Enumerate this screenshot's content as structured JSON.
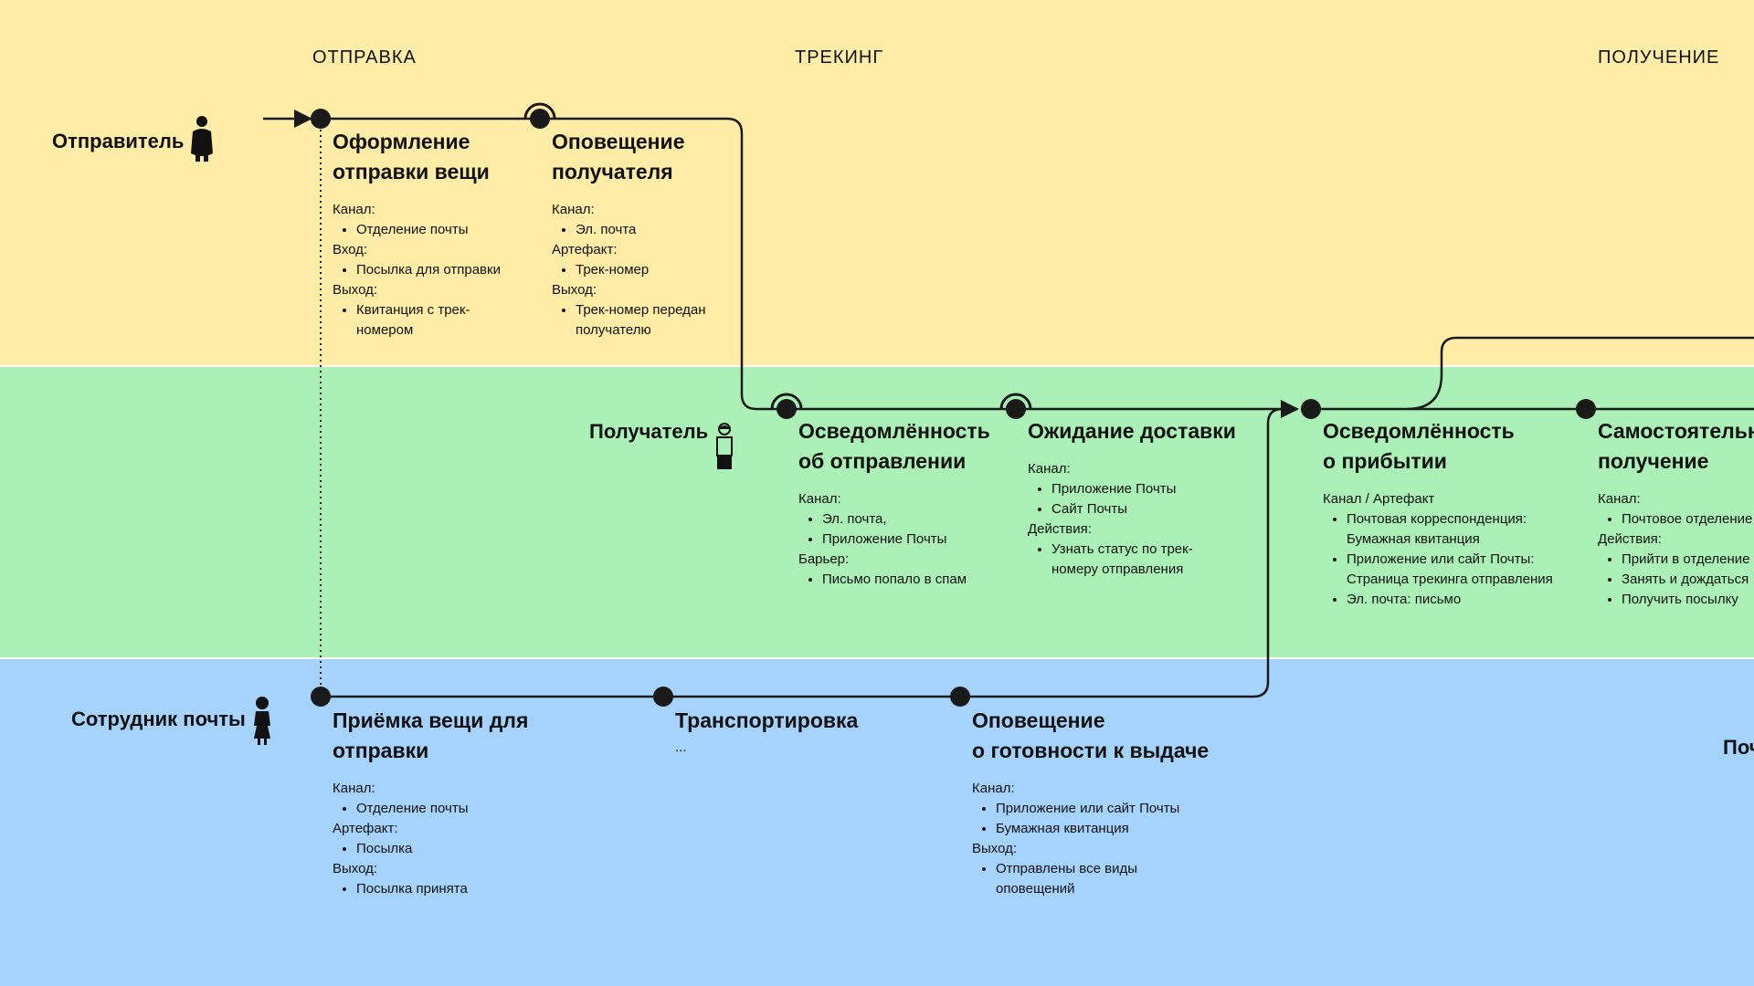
{
  "phases": [
    "ОТПРАВКА",
    "ТРЕКИНГ",
    "ПОЛУЧЕНИЕ"
  ],
  "actors": {
    "sender": "Отправитель",
    "receiver": "Получатель",
    "staff": "Сотрудник почты",
    "staff_cut": "Поч"
  },
  "steps": {
    "s1": {
      "title": "Оформление\nотправки вещи",
      "sections": [
        {
          "label": "Канал:",
          "items": [
            "Отделение почты"
          ]
        },
        {
          "label": "Вход:",
          "items": [
            "Посылка для отправки"
          ]
        },
        {
          "label": "Выход:",
          "items": [
            "Квитанция с трек-номером"
          ]
        }
      ]
    },
    "s2": {
      "title": "Оповещение\nполучателя",
      "sections": [
        {
          "label": "Канал:",
          "items": [
            "Эл. почта"
          ]
        },
        {
          "label": "Артефакт:",
          "items": [
            "Трек-номер"
          ]
        },
        {
          "label": "Выход:",
          "items": [
            "Трек-номер передан получателю"
          ]
        }
      ]
    },
    "r1": {
      "title": "Осведомлённость\nоб отправлении",
      "sections": [
        {
          "label": "Канал:",
          "items": [
            "Эл. почта,",
            "Приложение Почты"
          ]
        },
        {
          "label": "Барьер:",
          "items": [
            "Письмо попало в спам"
          ]
        }
      ]
    },
    "r2": {
      "title": "Ожидание доставки",
      "sections": [
        {
          "label": "Канал:",
          "items": [
            "Приложение Почты",
            "Сайт Почты"
          ]
        },
        {
          "label": "Действия:",
          "items": [
            "Узнать статус по трек-номеру отправления"
          ]
        }
      ]
    },
    "r3": {
      "title": "Осведомлённость\nо прибытии",
      "sections": [
        {
          "label": "Канал / Артефакт",
          "items": [
            "Почтовая корреспонденция: Бумажная квитанция",
            "Приложение или сайт Почты: Страница трекинга отправления",
            "Эл. почта: письмо"
          ]
        }
      ]
    },
    "r4": {
      "title": "Самостоятельное\nполучение",
      "sections": [
        {
          "label": "Канал:",
          "items": [
            "Почтовое отделение"
          ]
        },
        {
          "label": "Действия:",
          "items": [
            "Прийти в отделение",
            "Занять и дождаться",
            "Получить посылку"
          ]
        }
      ]
    },
    "p1": {
      "title": "Приёмка вещи для\nотправки",
      "sections": [
        {
          "label": "Канал:",
          "items": [
            "Отделение почты"
          ]
        },
        {
          "label": "Артефакт:",
          "items": [
            "Посылка"
          ]
        },
        {
          "label": "Выход:",
          "items": [
            "Посылка принята"
          ]
        }
      ]
    },
    "p2": {
      "title": "Транспортировка",
      "note": "..."
    },
    "p3": {
      "title": "Оповещение\nо готовности к выдаче",
      "sections": [
        {
          "label": "Канал:",
          "items": [
            "Приложение или сайт Почты",
            "Бумажная квитанция"
          ]
        },
        {
          "label": "Выход:",
          "items": [
            "Отправлены все виды оповещений"
          ]
        }
      ]
    }
  },
  "colors": {
    "sender_lane": "#ffeda7",
    "receiver_lane": "#abf0b6",
    "staff_lane": "#a6d3fd",
    "line": "#1a1a1a"
  }
}
